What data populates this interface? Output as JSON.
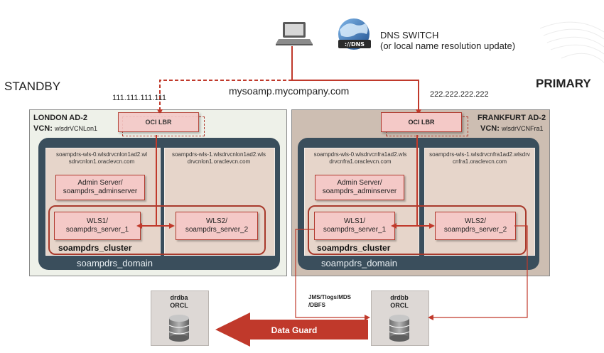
{
  "dns": {
    "line1": "DNS SWITCH",
    "line2": "(or local name resolution update)",
    "badge": "://DNS",
    "icons": [
      "laptop-icon",
      "globe-icon"
    ]
  },
  "labels": {
    "standby": "STANDBY",
    "primary": "PRIMARY",
    "fqdn": "mysoamp.mycompany.com",
    "standby_ip": "111.111.111.111",
    "primary_ip": "222.222.222.222"
  },
  "london": {
    "title": "LONDON AD-2",
    "vcn_label": "VCN:",
    "vcn_name": "wlsdrVCNLon1",
    "lbr": "OCI LBR",
    "host1": "soampdrs-wls-0.wlsdrvcnlon1ad2.wlsdrvcnlon1.oraclevcn.com",
    "host2": "soampdrs-wls-1.wlsdrvcnlon1ad2.wlsdrvcnlon1.oraclevcn.com",
    "admin_l1": "Admin Server/",
    "admin_l2": "soampdrs_adminserver",
    "wls1_l1": "WLS1/",
    "wls1_l2": "soampdrs_server_1",
    "wls2_l1": "WLS2/",
    "wls2_l2": "soampdrs_server_2",
    "cluster": "soampdrs_cluster",
    "domain": "soampdrs_domain"
  },
  "frankfurt": {
    "title": "FRANKFURT AD-2",
    "vcn_label": "VCN:",
    "vcn_name": "wlsdrVCNFra1",
    "lbr": "OCI LBR",
    "host1": "soampdrs-wls-0.wlsdrvcnfra1ad2.wlsdrvcnfra1.oraclevcn.com",
    "host2": "soampdrs-wls-1.wlsdrvcnfra1ad2.wlsdrvcnfra1.oraclevcn.com",
    "admin_l1": "Admin Server/",
    "admin_l2": "soampdrs_adminserver",
    "wls1_l1": "WLS1/",
    "wls1_l2": "soampdrs_server_1",
    "wls2_l1": "WLS2/",
    "wls2_l2": "soampdrs_server_2",
    "cluster": "soampdrs_cluster",
    "domain": "soampdrs_domain"
  },
  "databases": {
    "standby_l1": "drdba",
    "standby_l2": "ORCL",
    "primary_l1": "drdbb",
    "primary_l2": "ORCL",
    "replication_l1": "JMS/Tlogs/MDS",
    "replication_l2": "/DBFS",
    "data_guard": "Data Guard",
    "icons": [
      "database-icon"
    ]
  },
  "colors": {
    "link": "#c0392b",
    "domain": "#3a4e5c",
    "standby_site": "#eef1e9",
    "primary_site": "#cdbeb2",
    "server": "#f4c9c7",
    "data_guard_arrow": "#c0392b"
  }
}
